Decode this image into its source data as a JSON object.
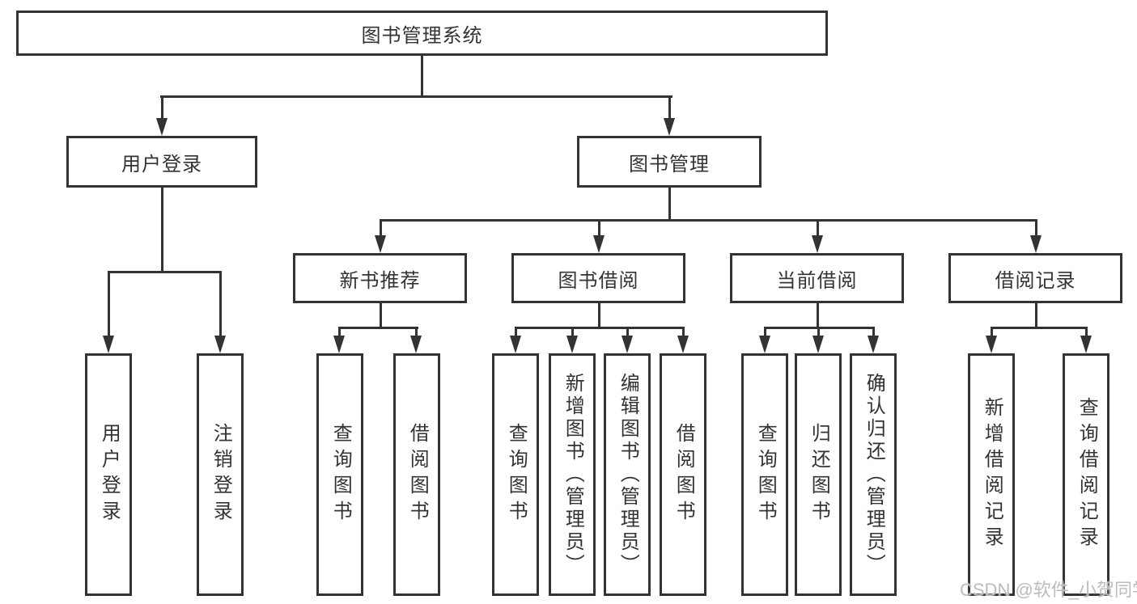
{
  "tree": {
    "root": {
      "label": "图书管理系统",
      "children": [
        {
          "label": "用户登录",
          "children": [
            {
              "label": "用户登录"
            },
            {
              "label": "注销登录"
            }
          ]
        },
        {
          "label": "图书管理",
          "children": [
            {
              "label": "新书推荐",
              "children": [
                {
                  "label": "查询图书"
                },
                {
                  "label": "借阅图书"
                }
              ]
            },
            {
              "label": "图书借阅",
              "children": [
                {
                  "label": "查询图书"
                },
                {
                  "label": "新增图书（管理员）"
                },
                {
                  "label": "编辑图书（管理员）"
                },
                {
                  "label": "借阅图书"
                }
              ]
            },
            {
              "label": "当前借阅",
              "children": [
                {
                  "label": "查询图书"
                },
                {
                  "label": "归还图书"
                },
                {
                  "label": "确认归还（管理员）"
                }
              ]
            },
            {
              "label": "借阅记录",
              "children": [
                {
                  "label": "新增借阅记录"
                },
                {
                  "label": "查询借阅记录"
                }
              ]
            }
          ]
        }
      ]
    }
  },
  "watermark": {
    "text": "CSDN @软件_小贺同学"
  },
  "colors": {
    "line": "#333333",
    "text": "#333333",
    "box_background": "#ffffff",
    "page_background": "#ffffff",
    "watermark": "#bcbcbc"
  }
}
